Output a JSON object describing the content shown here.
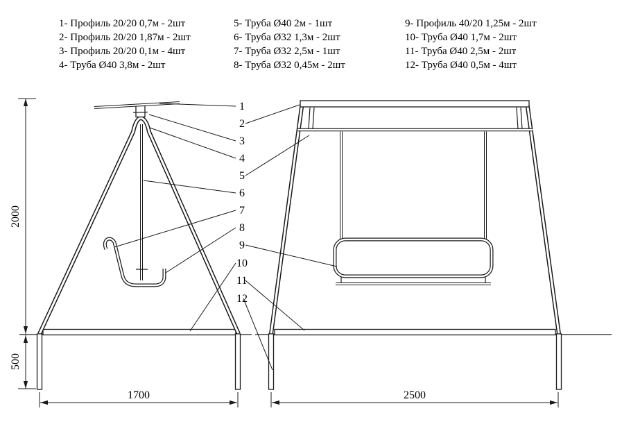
{
  "parts": {
    "col1": [
      "1- Профиль 20/20 0,7м - 2шт",
      "2- Профиль 20/20 1,87м - 2шт",
      "3- Профиль 20/20 0,1м - 4шт",
      "4- Труба Ø40 3,8м - 2шт"
    ],
    "col2": [
      "5- Труба Ø40 2м - 1шт",
      "6- Труба Ø32 1,3м - 2шт",
      "7- Труба Ø32 2,5м - 1шт",
      "8- Труба Ø32 0,45м - 2шт"
    ],
    "col3": [
      "9- Профиль 40/20 1,25м - 2шт",
      "10- Труба Ø40 1,7м - 2шт",
      "11- Труба Ø40 2,5м - 2шт",
      "12- Труба Ø40 0,5м - 4шт"
    ]
  },
  "callouts": [
    "1",
    "2",
    "3",
    "4",
    "5",
    "6",
    "7",
    "8",
    "9",
    "10",
    "11",
    "12"
  ],
  "dimensions": {
    "height": "2000",
    "underground": "500",
    "side_width": "1700",
    "front_width": "2500"
  },
  "colors": {
    "line": "#1a1a1a",
    "background": "#ffffff"
  }
}
